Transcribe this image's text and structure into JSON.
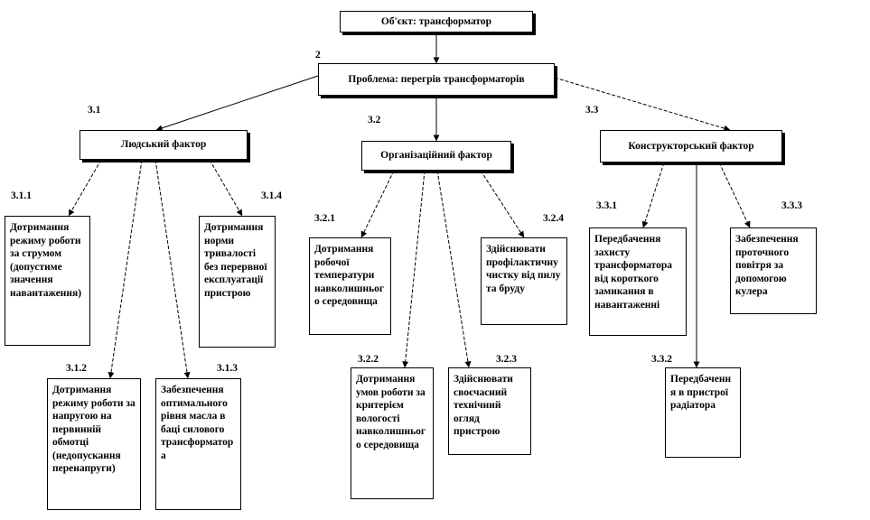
{
  "root": "Об'єкт:  трансформатор",
  "root_num": "2",
  "problem": "Проблема:  перегрів трансформаторів",
  "factors": [
    {
      "num": "3.1",
      "label": "Людський фактор"
    },
    {
      "num": "3.2",
      "label": "Організаційний  фактор"
    },
    {
      "num": "3.3",
      "label": "Конструкторський  фактор"
    }
  ],
  "causes": [
    {
      "num": "3.1.1",
      "text": "Дотримання режиму роботи за струмом (допустиме значення навантаження)"
    },
    {
      "num": "3.1.2",
      "text": "Дотримання режиму роботи за напругою на первинній обмотці (недопускання перенапруги)"
    },
    {
      "num": "3.1.3",
      "text": "Забезпечення оптимального рівня масла в баці силового трансформатора"
    },
    {
      "num": "3.1.4",
      "text": "Дотримання норми тривалості без перервної експлуатації пристрою"
    },
    {
      "num": "3.2.1",
      "text": "Дотримання робочої температури навколишнього середовища"
    },
    {
      "num": "3.2.2",
      "text": "Дотримання умов роботи за критерієм вологості навколишнього середовища"
    },
    {
      "num": "3.2.3",
      "text": "Здійснювати своєчасний технічний огляд пристрою"
    },
    {
      "num": "3.2.4",
      "text": "Здійснювати профілактичну чистку від пилу та бруду"
    },
    {
      "num": "3.3.1",
      "text": "Передбачення захисту трансформатора від короткого замикання в навантаженні"
    },
    {
      "num": "3.3.2",
      "text": "Передбачення в пристрої радіатора"
    },
    {
      "num": "3.3.3",
      "text": "Забезпечення проточного повітря за допомогою кулера"
    }
  ]
}
